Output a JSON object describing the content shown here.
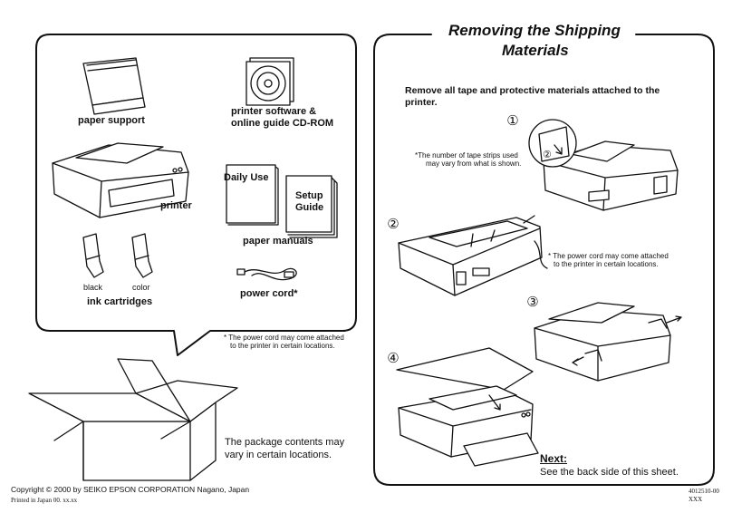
{
  "left": {
    "items": {
      "paper_support": "paper support",
      "cd_rom_line1": "printer software &",
      "cd_rom_line2": "online guide CD-ROM",
      "printer": "printer",
      "daily_use_line1": "Daily Use",
      "setup_guide_line1": "Setup",
      "setup_guide_line2": "Guide",
      "paper_manuals": "paper manuals",
      "black": "black",
      "color": "color",
      "ink_cartridges": "ink cartridges",
      "power_cord": "power cord*"
    },
    "power_cord_note_line1": "* The power cord may come attached",
    "power_cord_note_line2": "to the printer in certain locations.",
    "package_note_line1": "The package contents may",
    "package_note_line2": "vary in certain locations.",
    "copyright": "Copyright © 2000 by SEIKO EPSON CORPORATION Nagano, Japan",
    "printed": "Printed in Japan 00. xx.xx"
  },
  "right": {
    "title_line1": "Removing the Shipping",
    "title_line2": "Materials",
    "instruction_line1": "Remove all tape and protective materials attached to the",
    "instruction_line2": "printer.",
    "tape_note_line1": "*The number of tape strips used",
    "tape_note_line2": "may vary from what is shown.",
    "cord_note_line1": "* The power cord may come attached",
    "cord_note_line2": "to the printer in certain locations.",
    "steps": [
      "①",
      "②",
      "③",
      "④"
    ],
    "step_1_inset": "②",
    "next_label": "Next:",
    "next_text": "See the back side of this sheet.",
    "doc_code_line1": "4012510-00",
    "doc_code_line2": "XXX"
  }
}
